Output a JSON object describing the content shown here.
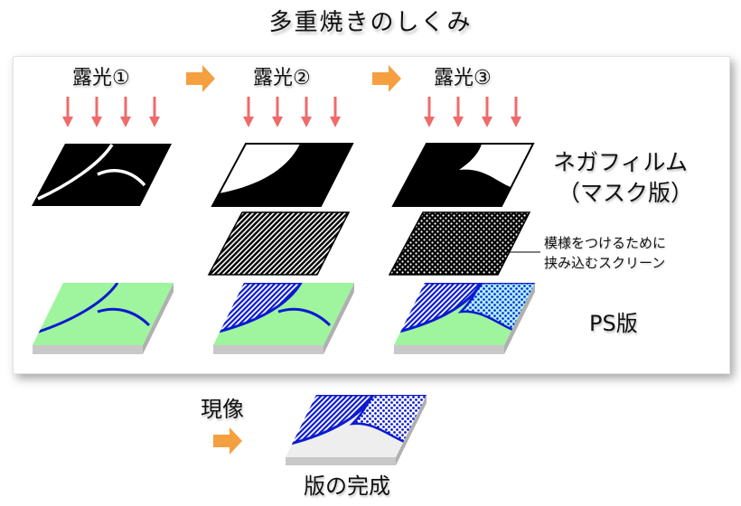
{
  "title": "多重焼きのしくみ",
  "exposures": [
    "露光①",
    "露光②",
    "露光③"
  ],
  "labels": {
    "neg_film": "ネガフィルム",
    "mask_plate": "（マスク版）",
    "screen_line1": "模様をつけるために",
    "screen_line2": "挟み込むスクリーン",
    "ps_plate": "PS版",
    "develop": "現像",
    "complete": "版の完成"
  },
  "colors": {
    "arrow_red": "#f06a6a",
    "arrow_orange": "#f4a040",
    "ps_green": "#9ef59e",
    "ink_blue": "#0c1ad0",
    "dot_cyan": "#aaf0f8",
    "plate_edge": "#c8c8c8"
  }
}
